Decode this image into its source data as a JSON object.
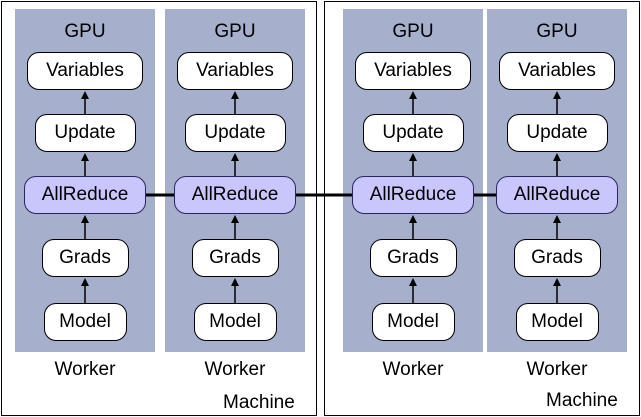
{
  "machines": [
    {
      "label": "Machine"
    },
    {
      "label": "Machine"
    }
  ],
  "workers": [
    {
      "gpu_label": "GPU",
      "worker_label": "Worker"
    },
    {
      "gpu_label": "GPU",
      "worker_label": "Worker"
    },
    {
      "gpu_label": "GPU",
      "worker_label": "Worker"
    },
    {
      "gpu_label": "GPU",
      "worker_label": "Worker"
    }
  ],
  "stack": [
    "Variables",
    "Update",
    "AllReduce",
    "Grads",
    "Model"
  ],
  "colors": {
    "gpu_panel": "#a6b0cc",
    "allreduce_fill": "#c9c6fb",
    "node_fill": "#ffffff",
    "line": "#000000"
  }
}
